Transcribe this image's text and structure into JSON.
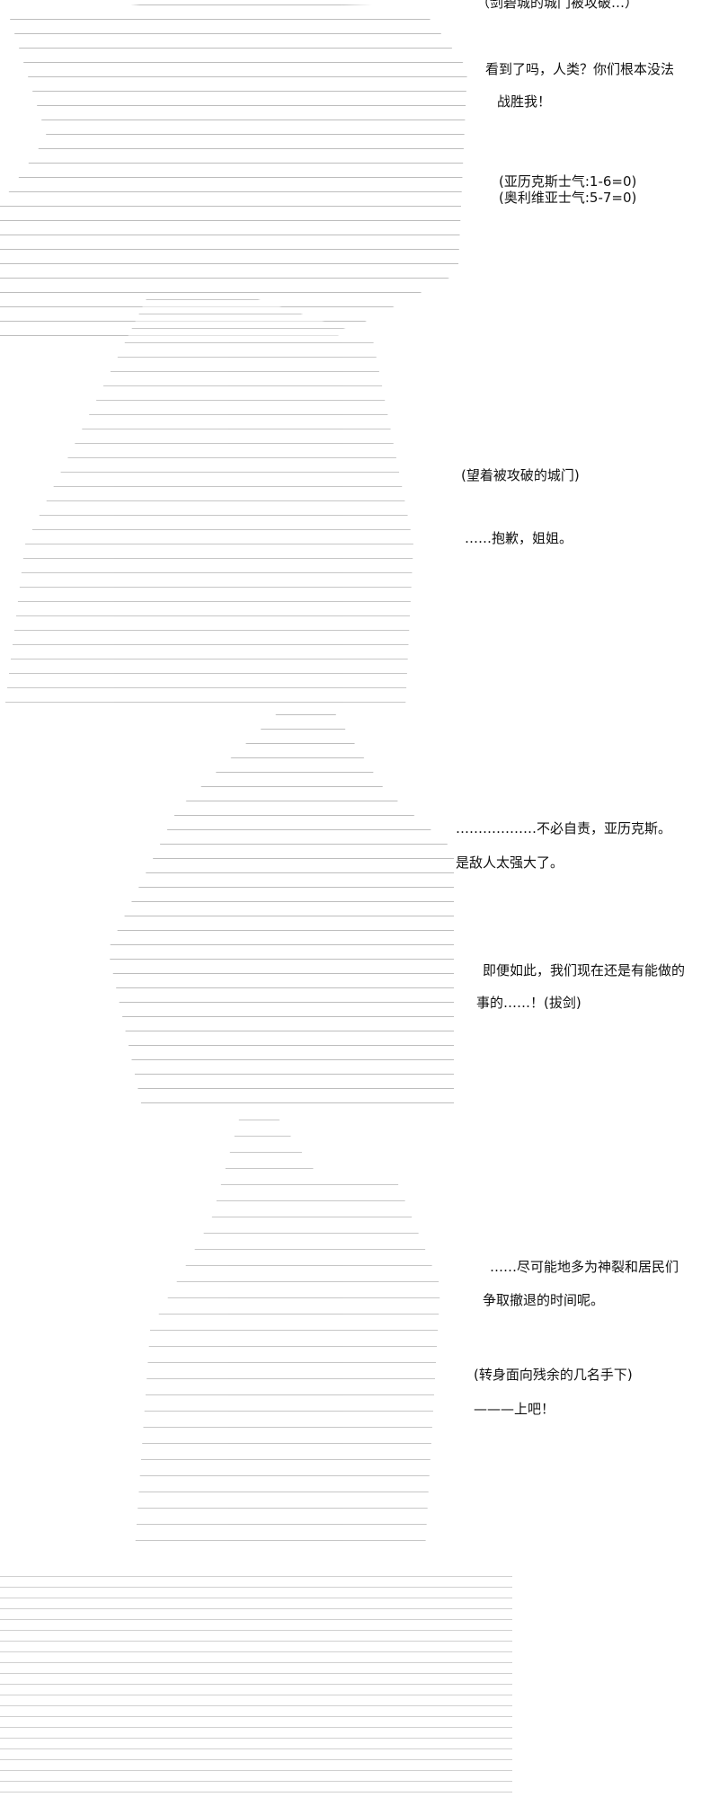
{
  "panel1": {
    "caption": "（剑碧城的城门被攻破…）",
    "line1": "看到了吗，人类？你们根本没法",
    "line2": "战胜我！",
    "morale1": "(亚历克斯士气:1-6=0)",
    "morale2": "(奥利维亚士气:5-7=0)"
  },
  "panel2": {
    "caption": "(望着被攻破的城门)",
    "line1": "……抱歉，姐姐。"
  },
  "panel3": {
    "line1": "………………不必自责，亚历克斯。",
    "line2": "是敌人太强大了。",
    "line3": "即便如此，我们现在还是有能做的",
    "line4": "事的……！(拔剑)"
  },
  "panel4": {
    "line1": "……尽可能地多为神裂和居民们",
    "line2": "争取撤退的时间呢。",
    "caption": "(转身面向残余的几名手下)",
    "line3": "———上吧！"
  }
}
